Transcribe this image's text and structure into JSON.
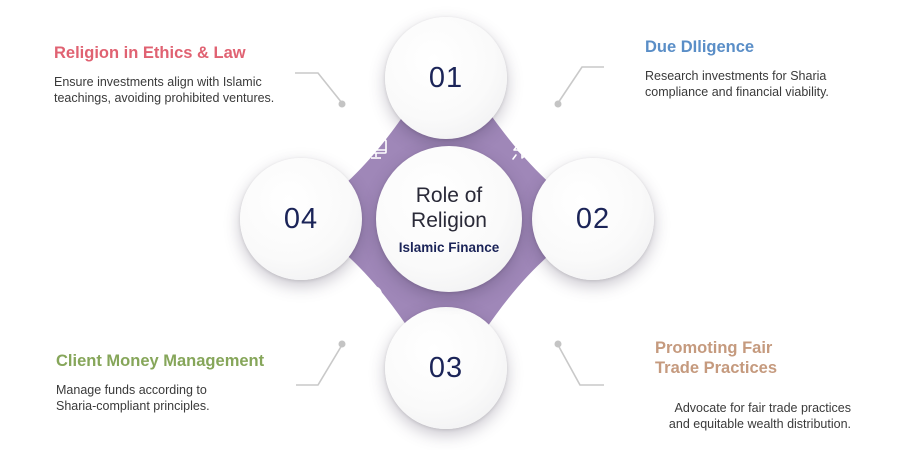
{
  "colors": {
    "diamond": "#9f87b8",
    "number_text": "#1b2458",
    "connector": "#c9c9c9",
    "title_1": "#e06272",
    "title_2": "#5a8ec7",
    "title_3": "#86a65a",
    "title_4": "#c59a7e"
  },
  "center": {
    "line1": "Role of",
    "line2": "Religion",
    "subtitle": "Islamic Finance"
  },
  "steps": [
    {
      "number": "01",
      "title": "Religion in Ethics & Law",
      "desc_lines": [
        "Ensure investments align with Islamic",
        "teachings, avoiding prohibited ventures."
      ],
      "icon": "monitor-icon"
    },
    {
      "number": "02",
      "title": "Due DIligence",
      "desc_lines": [
        "Research investments for Sharia",
        "compliance and financial viability."
      ],
      "icon": "rocket-icon"
    },
    {
      "number": "03",
      "title": "Client Money Management",
      "desc_lines": [
        "Manage funds according to",
        "Sharia-compliant principles."
      ],
      "icon": "magnifier-icon"
    },
    {
      "number": "04",
      "title_lines": [
        "Promoting Fair",
        "Trade Practices"
      ],
      "desc_lines": [
        "Advocate for fair trade practices",
        "and equitable wealth distribution."
      ],
      "icon": "bar-chart-icon"
    }
  ]
}
